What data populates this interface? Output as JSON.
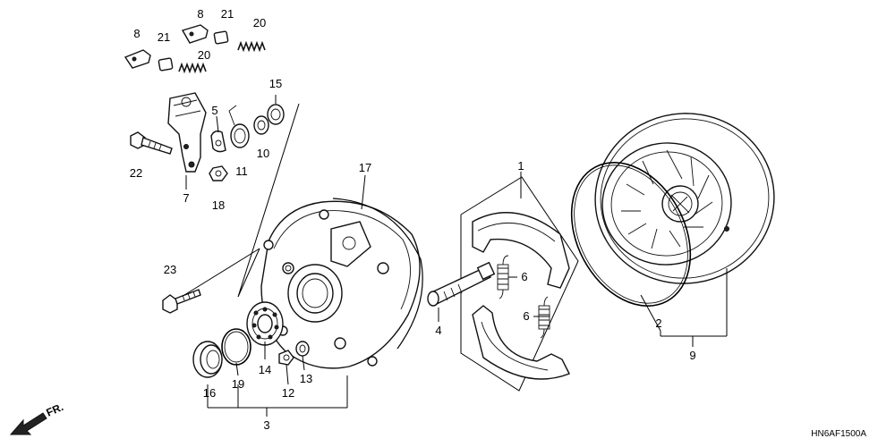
{
  "diagram": {
    "code": "HN6AF1500A",
    "direction": "FR.",
    "labels": {
      "p1": "1",
      "p2": "2",
      "p3": "3",
      "p4": "4",
      "p5": "5",
      "p6a": "6",
      "p6b": "6",
      "p7": "7",
      "p8a": "8",
      "p8b": "8",
      "p9": "9",
      "p10": "10",
      "p11": "11",
      "p12": "12",
      "p13": "13",
      "p14": "14",
      "p15": "15",
      "p16": "16",
      "p17": "17",
      "p18": "18",
      "p19": "19",
      "p20a": "20",
      "p20b": "20",
      "p21a": "21",
      "p21b": "21",
      "p22": "22",
      "p23": "23"
    }
  }
}
